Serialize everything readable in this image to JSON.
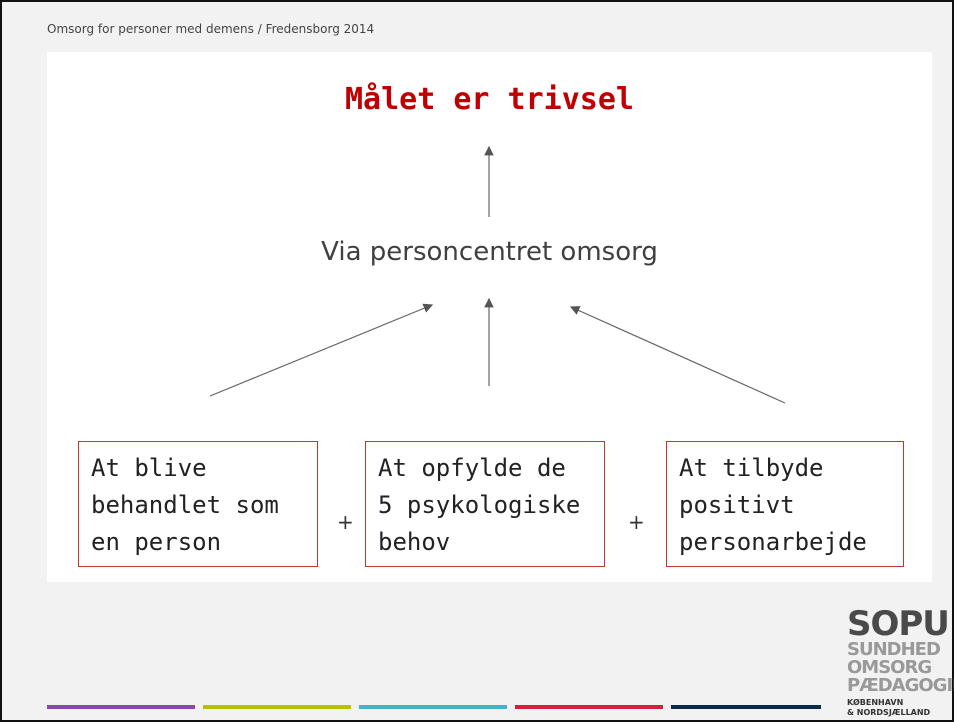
{
  "header": {
    "text": "Omsorg for personer med demens / Fredensborg 2014"
  },
  "slide": {
    "title": "Målet er trivsel",
    "subtitle": "Via personcentret omsorg",
    "boxes": [
      {
        "lines": [
          "At blive",
          "behandlet som",
          "en person"
        ]
      },
      {
        "lines": [
          "At opfylde de",
          "5 psykologiske",
          "behov"
        ]
      },
      {
        "lines": [
          "At tilbyde",
          "positivt",
          "personarbejde"
        ]
      }
    ],
    "plus": "+"
  },
  "footer": {
    "colors": [
      "#8e44ad",
      "#b5c200",
      "#3fb6c8",
      "#d0223c",
      "#0b2a4a"
    ]
  },
  "logo": {
    "line1": "SOPU",
    "line2": "SUNDHED",
    "line3": "OMSORG",
    "line4": "PÆDAGOGIK",
    "line5": "KØBENHAVN",
    "line6": "& NORDSJÆLLAND"
  }
}
